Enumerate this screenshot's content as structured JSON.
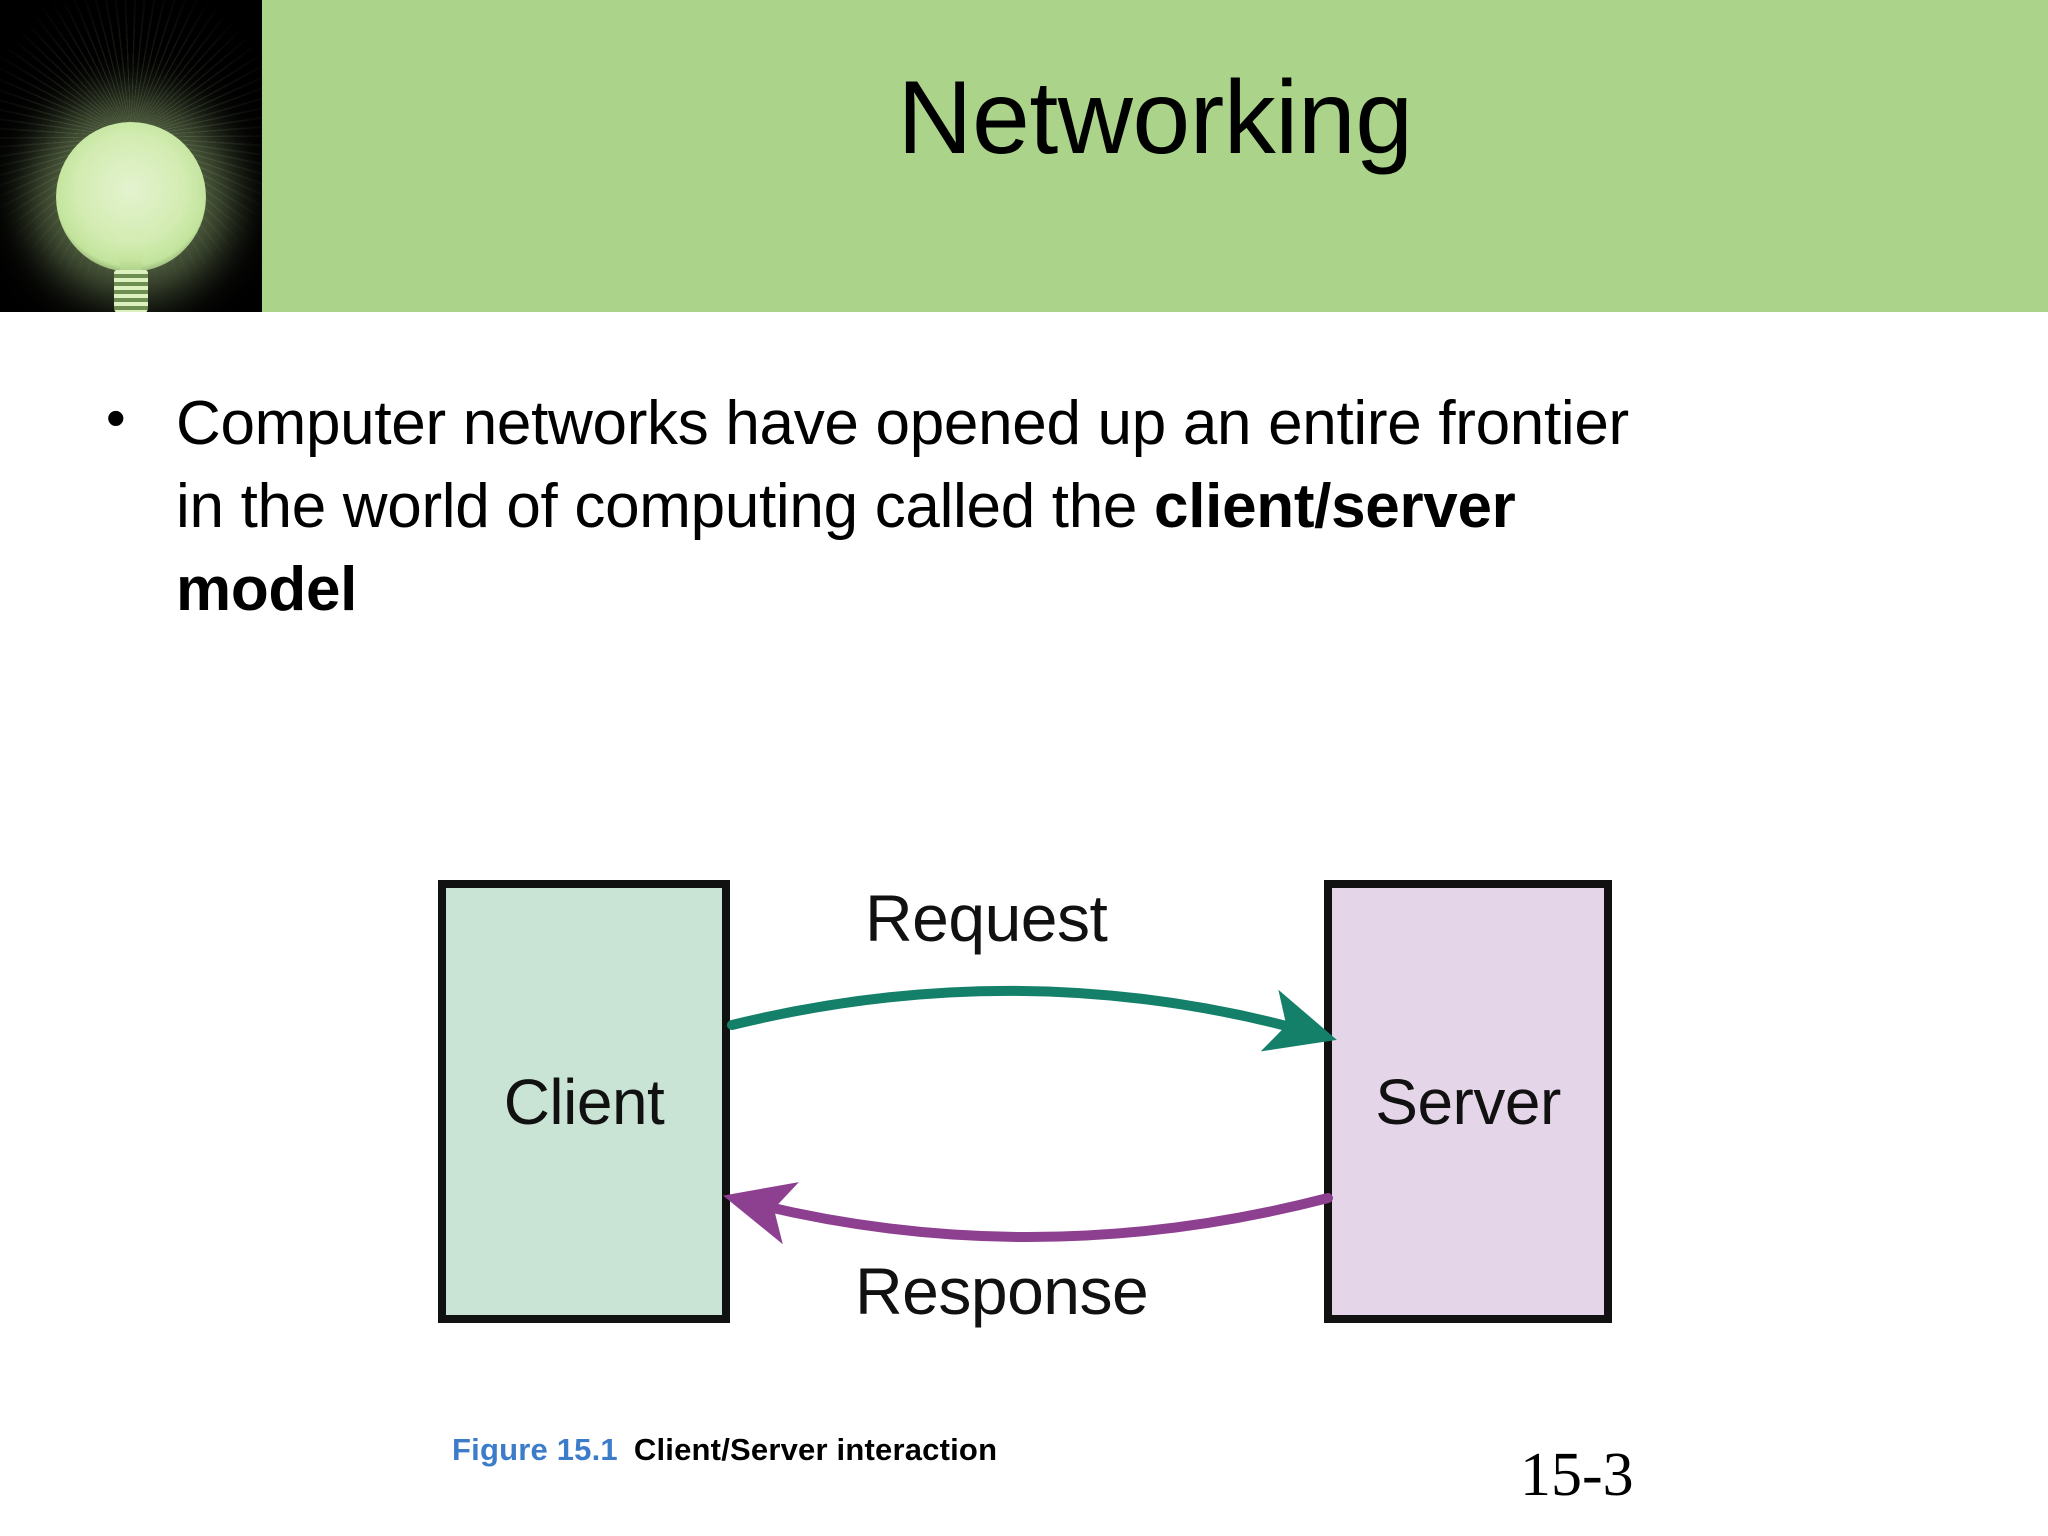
{
  "slide": {
    "title": "Networking",
    "page_number": "15-3",
    "header_color": "#abd48a",
    "background_color": "#ffffff"
  },
  "logo": {
    "icon": "lightbulb-icon",
    "background_color": "#000000",
    "glow_color": "#c6e49e"
  },
  "body": {
    "bullet_marker": "•",
    "bullet_text_prefix": "Computer networks have opened up an entire frontier in the world of computing called the ",
    "bullet_text_bold": "client/server model"
  },
  "figure": {
    "caption_number": "Figure 15.1",
    "caption_number_color": "#3d7cc9",
    "caption_text": "Client/Server interaction",
    "nodes": [
      {
        "id": "client",
        "label": "Client",
        "fill": "#c9e3d5",
        "stroke": "#111111"
      },
      {
        "id": "server",
        "label": "Server",
        "fill": "#e5d5e8",
        "stroke": "#111111"
      }
    ],
    "edges": [
      {
        "id": "request",
        "label": "Request",
        "from": "client",
        "to": "server",
        "color": "#14806a",
        "direction": "right"
      },
      {
        "id": "response",
        "label": "Response",
        "from": "server",
        "to": "client",
        "color": "#8e4090",
        "direction": "left"
      }
    ]
  }
}
